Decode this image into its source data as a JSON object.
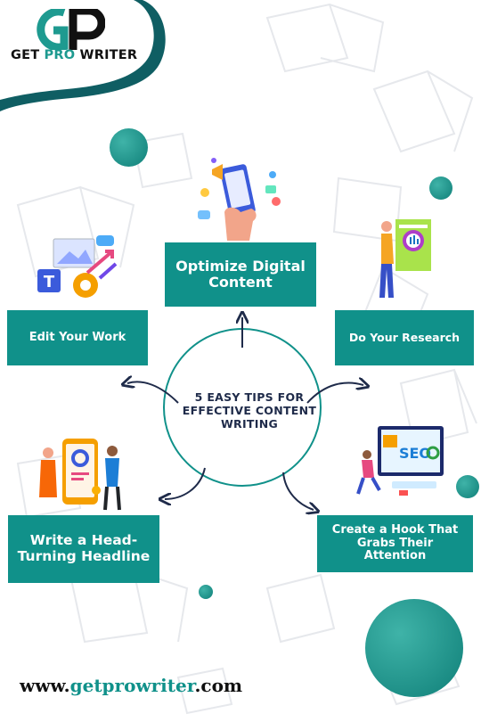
{
  "brand": {
    "logo_prefix": "GET ",
    "logo_highlight": "PRO",
    "logo_suffix": " WRITER",
    "logo_letters": "GP"
  },
  "center": {
    "title": "5 EASY TIPS FOR EFFECTIVE CONTENT WRITING"
  },
  "tips": {
    "optimize": "Optimize Digital Content",
    "edit": "Edit Your Work",
    "research": "Do Your Research",
    "headline": "Write a Head-Turning Headline",
    "hook": "Create a Hook That Grabs Their Attention"
  },
  "footer": {
    "website_prefix": "www.",
    "website_brand": "getprowriter",
    "website_suffix": ".com"
  },
  "illustrations": {
    "seo_label": "SEO"
  },
  "colors": {
    "teal": "#10918a",
    "dark_teal": "#0f5e63",
    "navy": "#1f2b4a"
  }
}
